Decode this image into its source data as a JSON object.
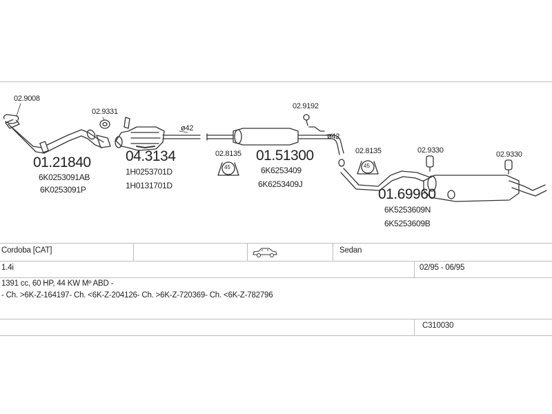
{
  "parts": {
    "p_02_9008": "02.9008",
    "p_02_9331": "02.9331",
    "p_02_9192": "02.9192",
    "p_02_8135a": "02.8135",
    "p_02_8135b": "02.8135",
    "p_02_9330a": "02.9330",
    "p_02_9330b": "02.9330",
    "dia_a": "ø42",
    "dia_b": "ø42",
    "clamp_a": "45",
    "clamp_b": "45",
    "main_01_21840": "01.21840",
    "oem_01_21840_a": "6K0253091AB",
    "oem_01_21840_b": "6K0253091P",
    "main_04_3134": "04.3134",
    "oem_04_3134_a": "1H0253701D",
    "oem_04_3134_b": "1H0131701D",
    "main_01_51300": "01.51300",
    "oem_01_51300_a": "6K6253409",
    "oem_01_51300_b": "6K6253409J",
    "main_01_69960": "01.69960",
    "oem_01_69960_a": "6K5253609N",
    "oem_01_69960_b": "6K5253609B"
  },
  "table": {
    "model": "Cordoba  [CAT]",
    "body_type": "Sedan",
    "engine": "1.4i",
    "years": "02/95 - 06/95",
    "spec": "1391 cc, 60 HP, 44 KW Mº ABD -",
    "chassis": "- Ch. >6K-Z-164197- Ch. <6K-Z-204126- Ch. >6K-Z-720369- Ch. <6K-Z-782796",
    "code": "C310030"
  }
}
